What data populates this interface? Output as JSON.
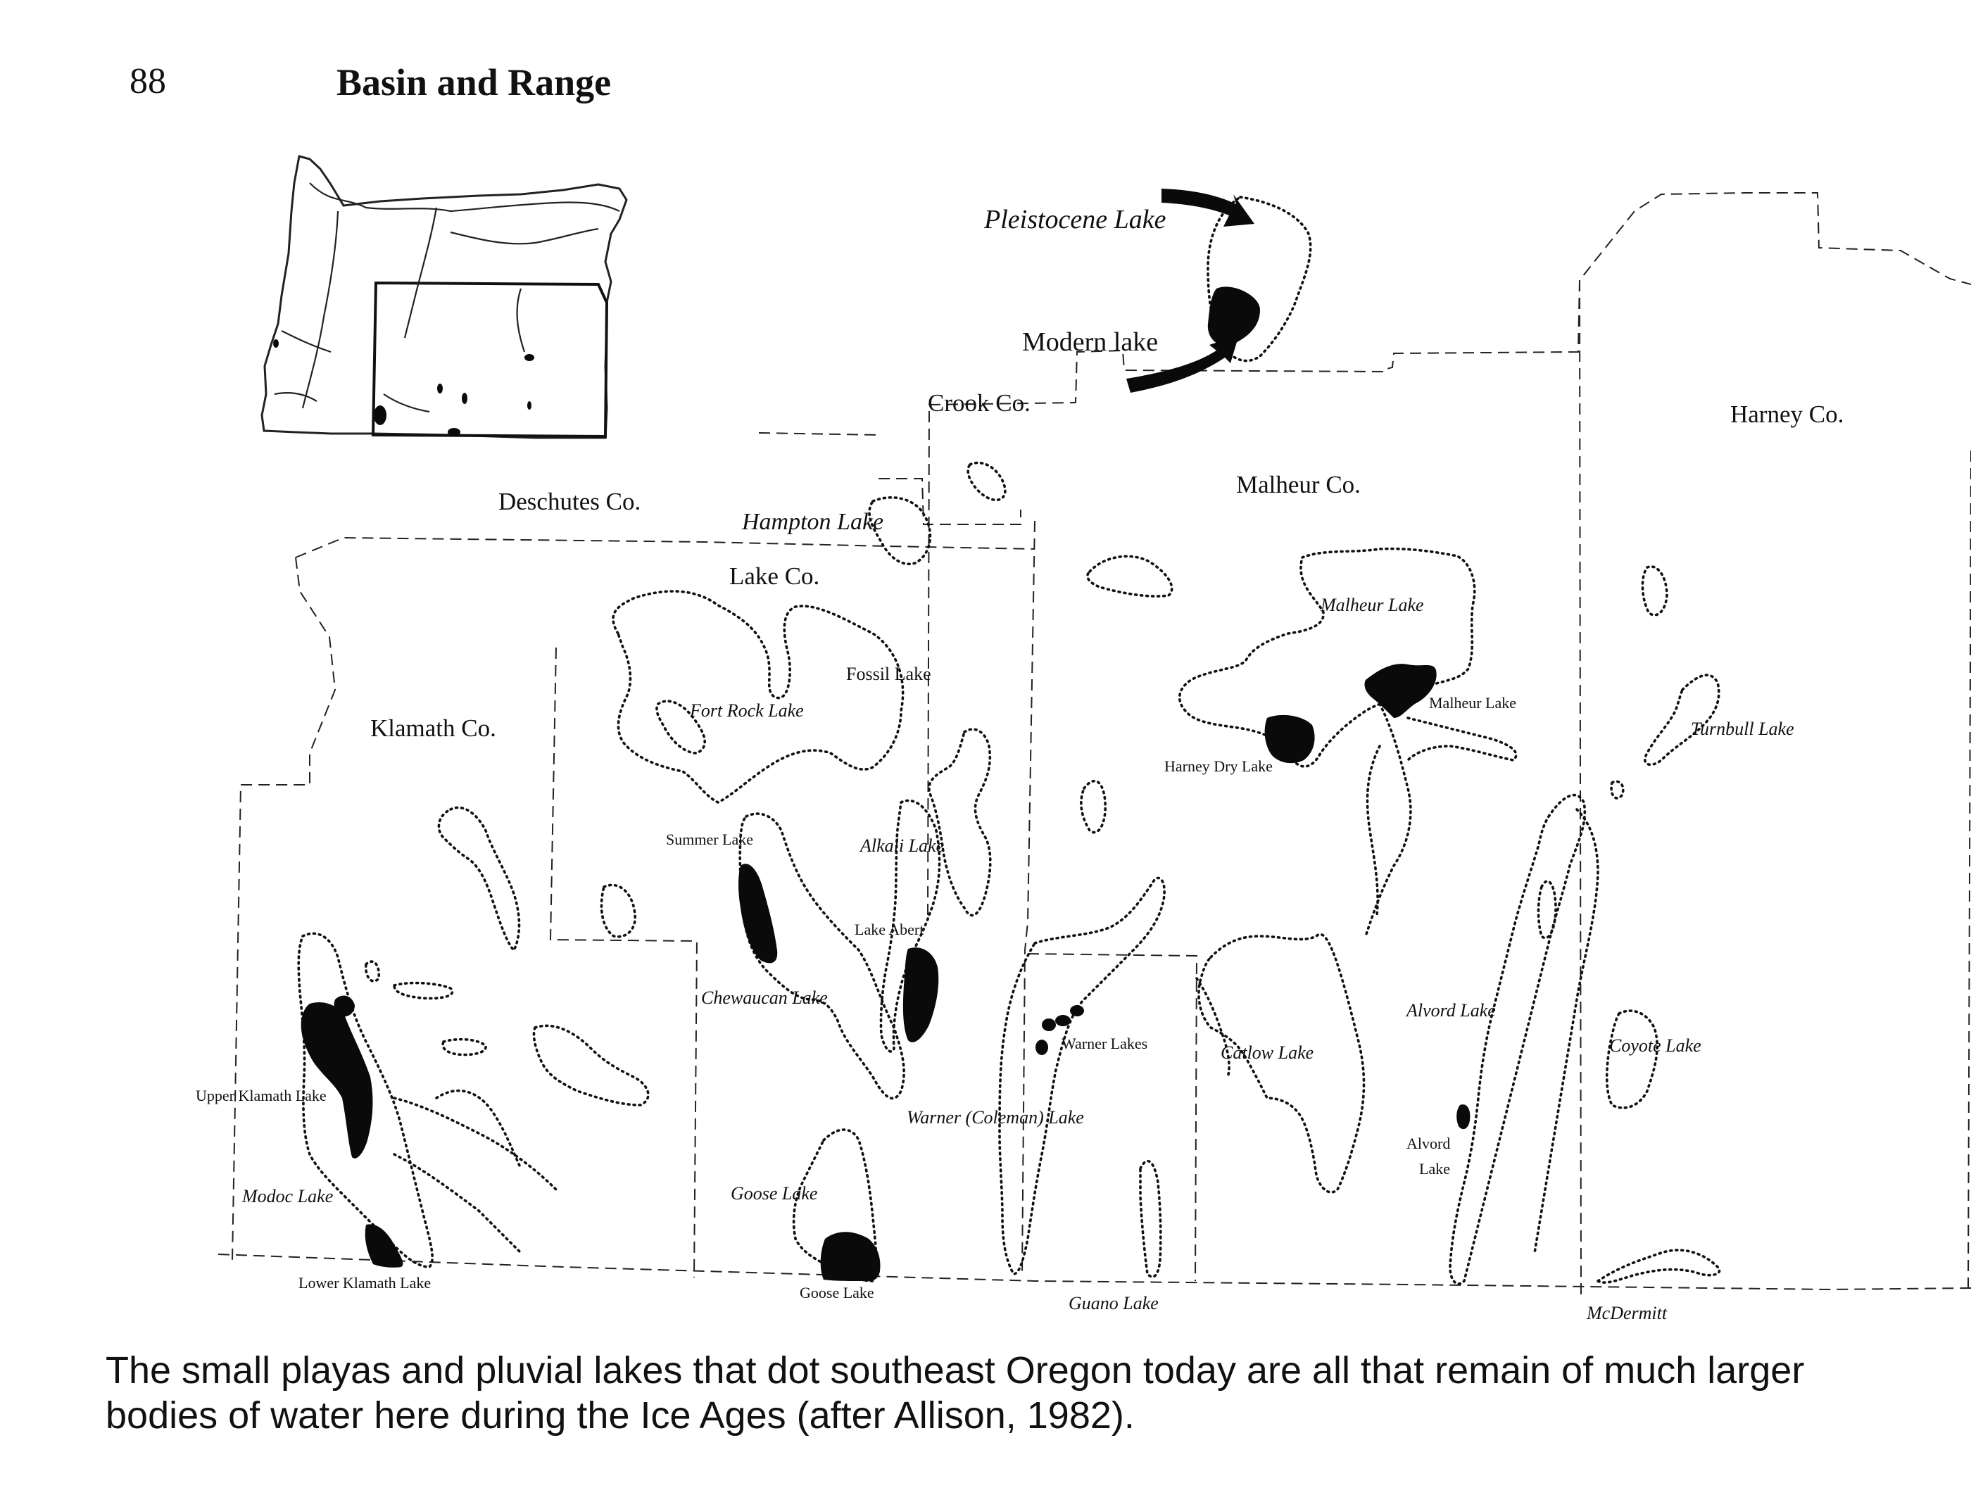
{
  "page": {
    "number": "88",
    "running_head": "Basin and Range"
  },
  "legend": {
    "pleistocene_lake": "Pleistocene Lake",
    "modern_lake": "Modern lake"
  },
  "counties": {
    "crook": "Crook Co.",
    "harney": "Harney Co.",
    "deschutes": "Deschutes Co.",
    "malheur": "Malheur Co.",
    "lake": "Lake Co.",
    "klamath": "Klamath Co."
  },
  "pleistocene_lakes": {
    "hampton": "Hampton Lake",
    "malheur": "Malheur Lake",
    "fossil": "Fossil Lake",
    "fort_rock": "Fort Rock Lake",
    "turnbull": "Turnbull Lake",
    "alkali": "Alkali Lake",
    "chewaucan": "Chewaucan Lake",
    "alvord": "Alvord Lake",
    "catlow": "Catlow Lake",
    "coyote": "Coyote Lake",
    "warner_coleman": "Warner (Coleman) Lake",
    "modoc": "Modoc Lake",
    "goose": "Goose Lake",
    "guano": "Guano Lake"
  },
  "modern_lakes": {
    "malheur": "Malheur Lake",
    "harney_dry": "Harney Dry Lake",
    "summer": "Summer Lake",
    "abert": "Lake Abert",
    "warner": "Warner Lakes",
    "upper_klamath": "Upper Klamath Lake",
    "alvord_line1": "Alvord",
    "alvord_line2": "Lake",
    "lower_klamath": "Lower Klamath Lake",
    "goose": "Goose Lake"
  },
  "places": {
    "mcdermitt": "McDermitt"
  },
  "caption": {
    "line1": "The small playas and pluvial lakes that dot southeast Oregon today are all that remain of much larger",
    "line2": "bodies of water here during the Ice Ages (after Allison, 1982)."
  },
  "colors": {
    "ink": "#111111",
    "modern_lake_fill": "#0a0a0a",
    "paper": "#ffffff"
  }
}
